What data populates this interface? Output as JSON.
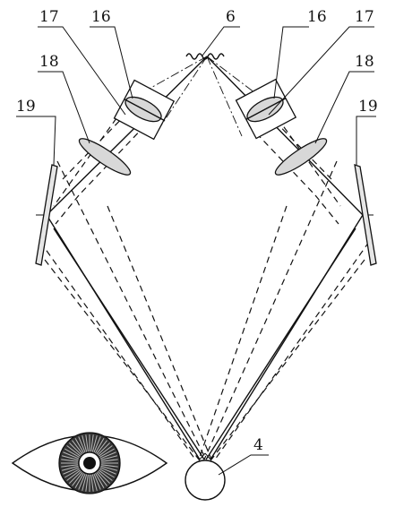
{
  "labels": {
    "source": "6",
    "collimator_left": "16",
    "collimator_right": "16",
    "lens_left": "17",
    "lens_right": "17",
    "field_lens_left": "18",
    "field_lens_right": "18",
    "mirror_left": "19",
    "mirror_right": "19",
    "eye": "4"
  }
}
